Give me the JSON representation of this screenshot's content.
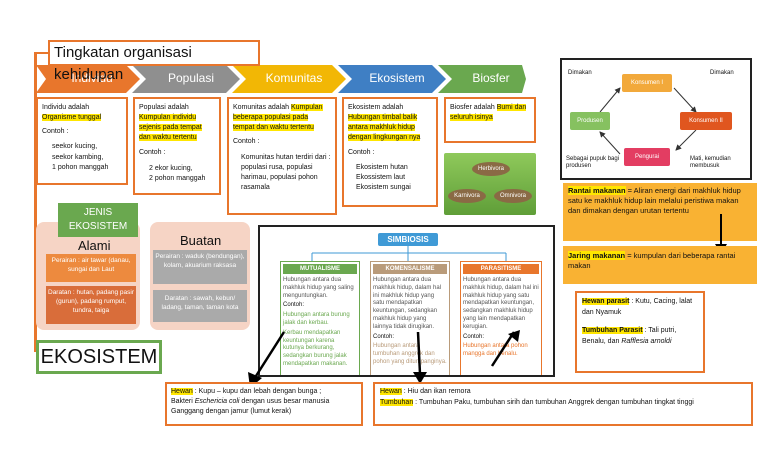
{
  "title": "Tingkatan organisasi kehidupan",
  "levels": [
    {
      "label": "Individu",
      "color": "#e8762c"
    },
    {
      "label": "Populasi",
      "color": "#8f8f8f"
    },
    {
      "label": "Komunitas",
      "color": "#f2b705"
    },
    {
      "label": "Ekosistem",
      "color": "#3f7fc4"
    },
    {
      "label": "Biosfer",
      "color": "#6aa84f"
    }
  ],
  "individu": {
    "def_pre": "Individu adalah ",
    "def_hl": "Organisme tunggal",
    "contoh": "Contoh :",
    "examples": [
      "seekor kucing,",
      "seekor kambing,",
      "1 pohon manggah"
    ]
  },
  "populasi": {
    "def_pre": "Populasi adalah ",
    "def_hl": "Kumpulan individu sejenis pada tempat dan waktu tertentu",
    "contoh": "Contoh :",
    "examples": [
      "2 ekor kucing,",
      "2 pohon manggah"
    ]
  },
  "komunitas": {
    "def_pre": "Komunitas adalah ",
    "def_hl": "Kumpulan beberapa populasi pada tempat dan waktu tertentu",
    "contoh": "Contoh :",
    "example": "Komunitas hutan terdiri dari : populasi rusa, populasi harimau, populasi pohon rasamala"
  },
  "ekosistem": {
    "def_pre": "Ekosistem adalah ",
    "def_hl": "Hubungan timbal balik antara makhluk hidup dengan lingkungan nya",
    "contoh": "Contoh :",
    "examples": [
      "Ekosistem hutan",
      "Ekossistem laut",
      "Ekosistem sungai"
    ]
  },
  "biosfer": {
    "def_pre": "Biosfer adalah ",
    "def_hl": "Bumi dan seluruh isinya"
  },
  "ecosystem_image": {
    "items": [
      "Herbivora",
      "Karnivora",
      "Omnivora"
    ]
  },
  "food_chain_diagram": {
    "produsen": "Produsen",
    "konsumen1": "Konsumen I",
    "konsumen2": "Konsumen II",
    "pengurai": "Pengurai",
    "dimakan1": "Dimakan",
    "dimakan2": "Dimakan",
    "bottom_left": "Sebagai pupuk bagi produsen",
    "bottom_right": "Mati, kemudian membusuk"
  },
  "rantai": {
    "hl": "Rantai makanan",
    "text": " = Aliran energi dari makhluk hidup satu ke makhluk hidup lain melalui peristiwa makan dan dimakan dengan urutan tertentu"
  },
  "jaring": {
    "hl": "Jaring makanan",
    "text": " = kumpulan dari beberapa rantai makan"
  },
  "jenis": {
    "header": "JENIS EKOSISTEM",
    "alami": "Alami",
    "buatan": "Buatan",
    "alami_perairan": "Perairan : air tawar (danau, sungai dan Laut",
    "alami_daratan": "Daratan : hutan, padang pasir (gurun), padang rumput, tundra, taiga",
    "buatan_perairan": "Perairan : waduk (bendungan), kolam, akuarium raksasa",
    "buatan_daratan": "Daratan : sawah, kebun/ ladang, taman, taman kota"
  },
  "ekosistem_label": "EKOSISTEM",
  "simbiosis": {
    "title": "SIMBIOSIS",
    "cols": [
      {
        "name": "MUTUALISME",
        "color": "#6aa84f",
        "def": "Hubungan antara dua makhluk hidup yang saling menguntungkan.",
        "contoh": "Contoh:",
        "ex": "Hubungan antara burung jalak dan kerbau.",
        "ex2": "Kerbau mendapatkan keuntungan karena kutunya berkurang, sedangkan burung jalak mendapatkan makanan."
      },
      {
        "name": "KOMENSALISME",
        "color": "#b99b7a",
        "def": "Hubungan antara dua makhluk hidup, dalam hal ini makhluk hidup yang satu mendapatkan keuntungan, sedangkan makhluk hidup yang lainnya tidak dirugikan.",
        "contoh": "Contoh:",
        "ex": "Hubungan antara tumbuhan anggrek dan pohon yang ditumpanginya."
      },
      {
        "name": "PARASITISME",
        "color": "#e8762c",
        "def": "Hubungan antara dua makhluk hidup, dalam hal ini makhluk hidup yang satu mendapatkan keuntungan, sedangkan makhluk hidup yang lain mendapatkan kerugian.",
        "contoh": "Contoh:",
        "ex": "Hubungan antara pohon mangga dan benalu."
      }
    ]
  },
  "mutualisme_box": {
    "hl": "Hewan",
    "line1": " : Kupu – kupu dan lebah dengan bunga ;",
    "line2a": "Bakteri ",
    "line2i": "Eschericia coli",
    "line2b": " dengan usus besar manusia",
    "line3": "Ganggang dengan jamur (lumut kerak)"
  },
  "komensalisme_box": {
    "hl1": "Hewan",
    "t1": " : Hiu dan ikan remora",
    "hl2": "Tumbuhan",
    "t2": " : Tumbuhan Paku, tumbuhan sirih dan tumbuhan  Anggrek dengan tumbuhan tingkat tinggi"
  },
  "parasit_box": {
    "hl1": "Hewan parasit",
    "t1": " : Kutu, Cacing, lalat dan Nyamuk",
    "hl2": "Tumbuhan Parasit",
    "t2a": " : Tali putri, Benalu, dan ",
    "t2i": "Rafflesia arnoldi"
  }
}
